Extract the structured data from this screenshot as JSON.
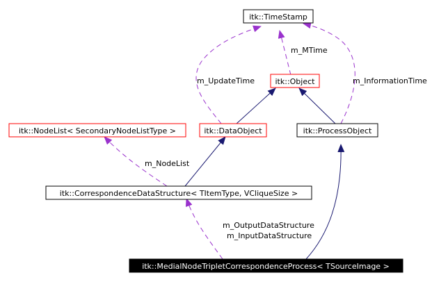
{
  "colors": {
    "inheritance": "#191970",
    "usage": "#9a32cd",
    "link_border": "#ff0000",
    "plain_border": "#000000",
    "current_fill": "#000000"
  },
  "nodes": {
    "timestamp": {
      "label": "itk::TimeStamp"
    },
    "object": {
      "label": "itk::Object"
    },
    "nodelist": {
      "label": "itk::NodeList< SecondaryNodeListType >"
    },
    "dataobject": {
      "label": "itk::DataObject"
    },
    "processobject": {
      "label": "itk::ProcessObject"
    },
    "correspondence": {
      "label": "itk::CorrespondenceDataStructure< TItemType, VCliqueSize >"
    },
    "medial": {
      "label": "itk::MedialNodeTripletCorrespondenceProcess< TSourceImage >"
    }
  },
  "edge_labels": {
    "m_mtime": "m_MTime",
    "m_updatetime": "m_UpdateTime",
    "m_informationtime": "m_InformationTime",
    "m_nodelist": "m_NodeList",
    "m_outputdatastructure": "m_OutputDataStructure",
    "m_inputdatastructure": "m_InputDataStructure"
  }
}
